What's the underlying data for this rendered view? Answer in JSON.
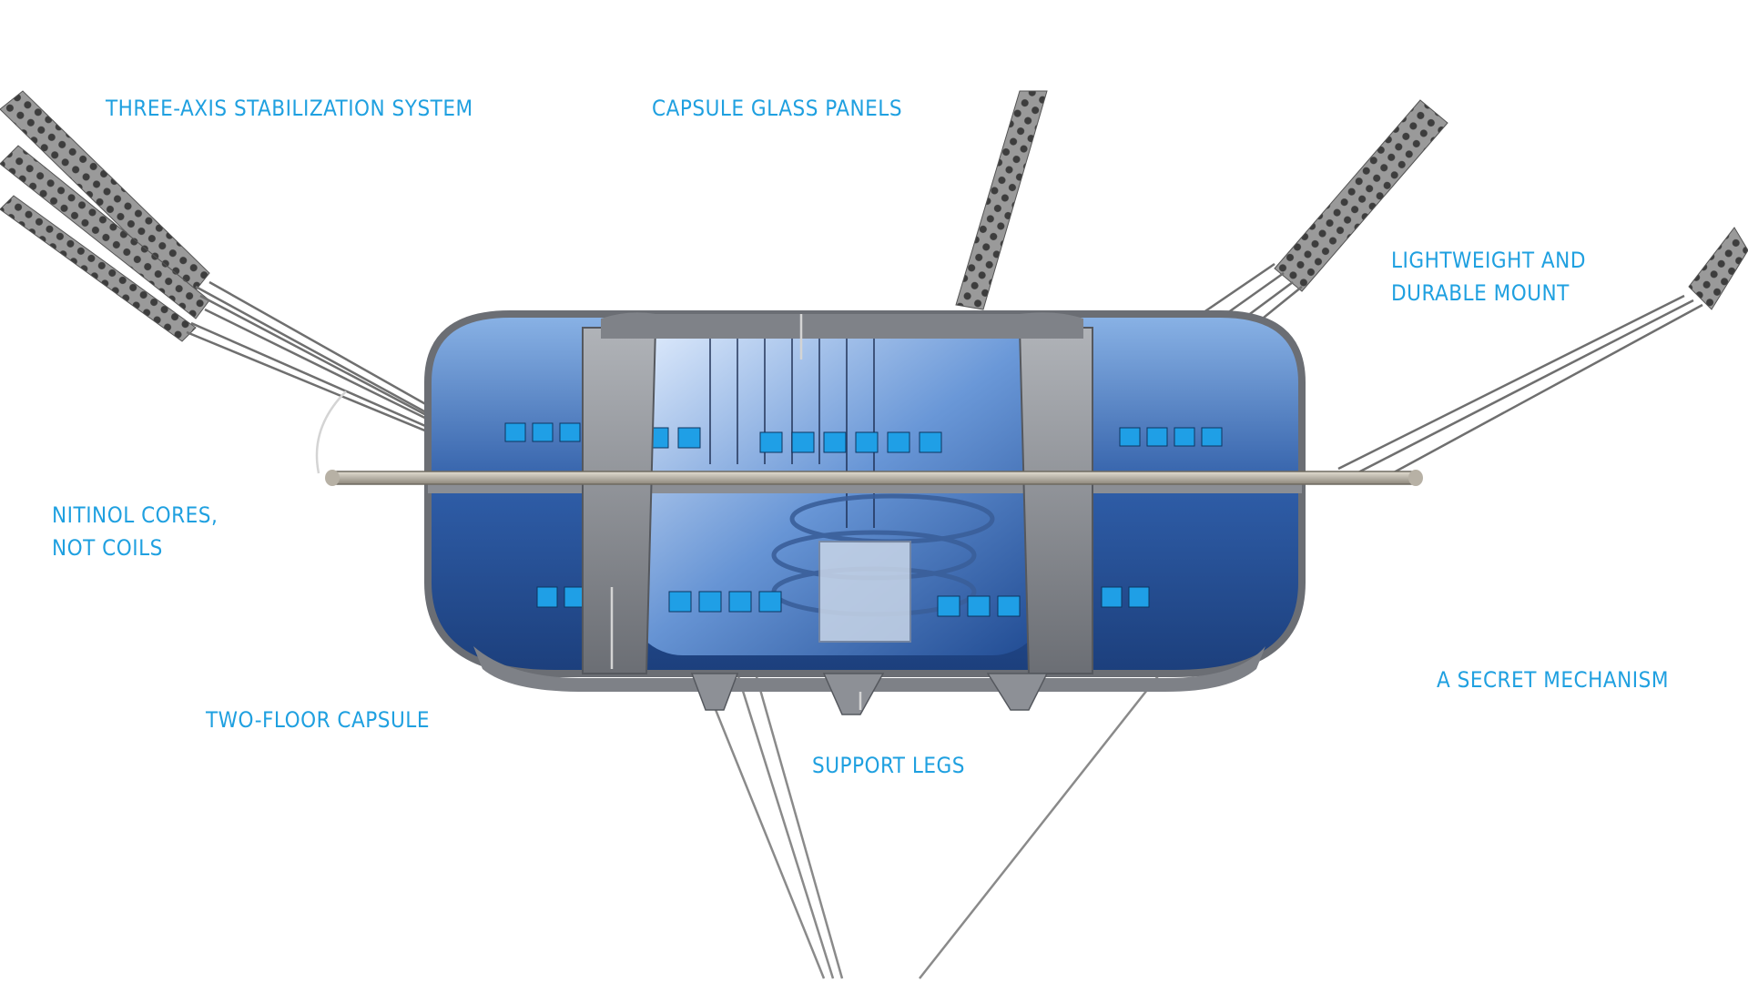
{
  "colors": {
    "label": "#1fa0e0",
    "leader": "#c8c8c8",
    "frame": "#8a8d93",
    "frame_dark": "#5f6268",
    "glass": "#2f5ea8",
    "glass_light": "#7fb0ea",
    "seat": "#1f9fe6",
    "cable": "#7d7d7d"
  },
  "labels": {
    "stabilization": "THREE-AXIS STABILIZATION SYSTEM",
    "glass_panels": "CAPSULE GLASS PANELS",
    "mount_line1": "LIGHTWEIGHT AND",
    "mount_line2": "DURABLE MOUNT",
    "nitinol_line1": "NITINOL CORES,",
    "nitinol_line2": "NOT COILS",
    "two_floor": "TWO-FLOOR CAPSULE",
    "support_legs": "SUPPORT LEGS",
    "secret": "A SECRET MECHANISM"
  }
}
